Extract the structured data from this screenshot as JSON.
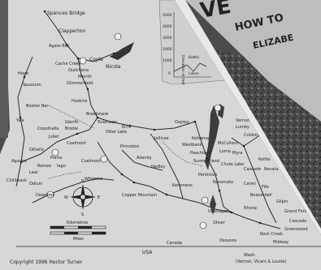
{
  "map": {
    "places": [
      {
        "id": "spences-bridge",
        "name": "Spences Bridge"
      },
      {
        "id": "clapperton",
        "name": "Clapperton"
      },
      {
        "id": "agate-bay",
        "name": "Agate Bay"
      },
      {
        "id": "cache-creek",
        "name": "Cache Creek"
      },
      {
        "id": "coyle",
        "name": "Coyle"
      },
      {
        "id": "nicola",
        "name": "Nicola"
      },
      {
        "id": "quilchena",
        "name": "Quilchena"
      },
      {
        "id": "merritt",
        "name": "Merritt"
      },
      {
        "id": "glimmerfield",
        "name": "Glimmerfield"
      },
      {
        "id": "hope",
        "name": "Hope"
      },
      {
        "id": "hoskins",
        "name": "Hoskins"
      },
      {
        "id": "boston-bar",
        "name": "Boston Bar"
      },
      {
        "id": "brookmere",
        "name": "Brookmere"
      },
      {
        "id": "tulameen",
        "name": "Tulameen"
      },
      {
        "id": "otter-lake",
        "name": "Otter Lake"
      },
      {
        "id": "coalmont",
        "name": "Coalmont"
      },
      {
        "id": "princeton",
        "name": "Princeton"
      },
      {
        "id": "allenby",
        "name": "Allenby"
      },
      {
        "id": "hedley",
        "name": "Hedley"
      },
      {
        "id": "keremeos",
        "name": "Keremeos"
      },
      {
        "id": "copper-mountain",
        "name": "Copper Mountain"
      },
      {
        "id": "osoyoos",
        "name": "Osoyoos"
      },
      {
        "id": "oliver",
        "name": "Oliver"
      },
      {
        "id": "okanagan",
        "name": "Okanagan"
      },
      {
        "id": "vernon",
        "name": "Vernon"
      },
      {
        "id": "lumby",
        "name": "Lumby"
      },
      {
        "id": "kelowna",
        "name": "Kelowna"
      },
      {
        "id": "penticton",
        "name": "Penticton"
      },
      {
        "id": "peachland",
        "name": "Peachland"
      },
      {
        "id": "summerland",
        "name": "Summerland"
      },
      {
        "id": "westbank",
        "name": "Westbank"
      },
      {
        "id": "coldstream",
        "name": "Coldstream"
      },
      {
        "id": "rock-creek",
        "name": "Rock Creek"
      },
      {
        "id": "midway",
        "name": "Midway"
      },
      {
        "id": "greenwood",
        "name": "Greenwood"
      },
      {
        "id": "grand-forks",
        "name": "Grand Forks"
      },
      {
        "id": "carmi",
        "name": "Carmi"
      },
      {
        "id": "beaverdell",
        "name": "Beaverdell"
      },
      {
        "id": "myra",
        "name": "Myra"
      },
      {
        "id": "chute-lake",
        "name": "Chute Lake"
      },
      {
        "id": "gilpin",
        "name": "Gilpin"
      },
      {
        "id": "cascade",
        "name": "Cascade"
      },
      {
        "id": "renata",
        "name": "Renata"
      },
      {
        "id": "yale",
        "name": "Yale"
      },
      {
        "id": "agassiz",
        "name": "Agassiz"
      },
      {
        "id": "chilliwack",
        "name": "Chilliwack"
      },
      {
        "id": "odlum",
        "name": "Odlum"
      },
      {
        "id": "lear",
        "name": "Lear"
      },
      {
        "id": "dewdney",
        "name": "Dewdney"
      },
      {
        "id": "jellicoe",
        "name": "Jellicoe"
      },
      {
        "id": "coalmont2",
        "name": "Coalmont"
      },
      {
        "id": "osprey",
        "name": "Osprey"
      },
      {
        "id": "erris",
        "name": "Erris"
      },
      {
        "id": "mcculloch",
        "name": "McCulloch"
      },
      {
        "id": "lorna",
        "name": "Lorna"
      },
      {
        "id": "naramata",
        "name": "Naramata"
      },
      {
        "id": "grand-forks2",
        "name": "Cascade"
      },
      {
        "id": "kettle",
        "name": "Kettle"
      },
      {
        "id": "rhone",
        "name": "Rhone"
      },
      {
        "id": "fife",
        "name": "Fife"
      },
      {
        "id": "whipsaw",
        "name": "Whipsaw"
      },
      {
        "id": "glenfir",
        "name": "Glenfir"
      },
      {
        "id": "brodie",
        "name": "Brodie"
      },
      {
        "id": "juliet",
        "name": "Juliet"
      },
      {
        "id": "spuzzum",
        "name": "Spuzzum"
      },
      {
        "id": "othello",
        "name": "Othello"
      },
      {
        "id": "coquihalla",
        "name": "Coquihalla"
      },
      {
        "id": "portia",
        "name": "Portia"
      },
      {
        "id": "iago",
        "name": "Iago"
      },
      {
        "id": "romeo",
        "name": "Romeo"
      }
    ],
    "scale_title": "Kilometres",
    "scale_title_2": "Miles",
    "border_labels": [
      "Canada",
      "USA"
    ],
    "copyright": "Copyright 1996 Hector Turner",
    "compass": [
      "N",
      "S",
      "E",
      "W"
    ],
    "corner_note": "Wash.",
    "corner_note_2": "(Vernon, Vicars & Lourie)",
    "inset_ticks": [
      "5000",
      "4000",
      "3000",
      "2000",
      "1000",
      "0"
    ],
    "inset_axis": "Elevation in feet",
    "inset_labels": [
      "Kettle",
      "Lakes"
    ]
  },
  "book": {
    "title_fragment": "VE",
    "subtitle_fragment": "HOW TO",
    "author_fragment": "ELIZABE"
  },
  "colors": {
    "paper": "#d9d9d9",
    "ink": "#222222",
    "cover": "#b8b8b8",
    "cover_ink": "#4a4a4a"
  }
}
